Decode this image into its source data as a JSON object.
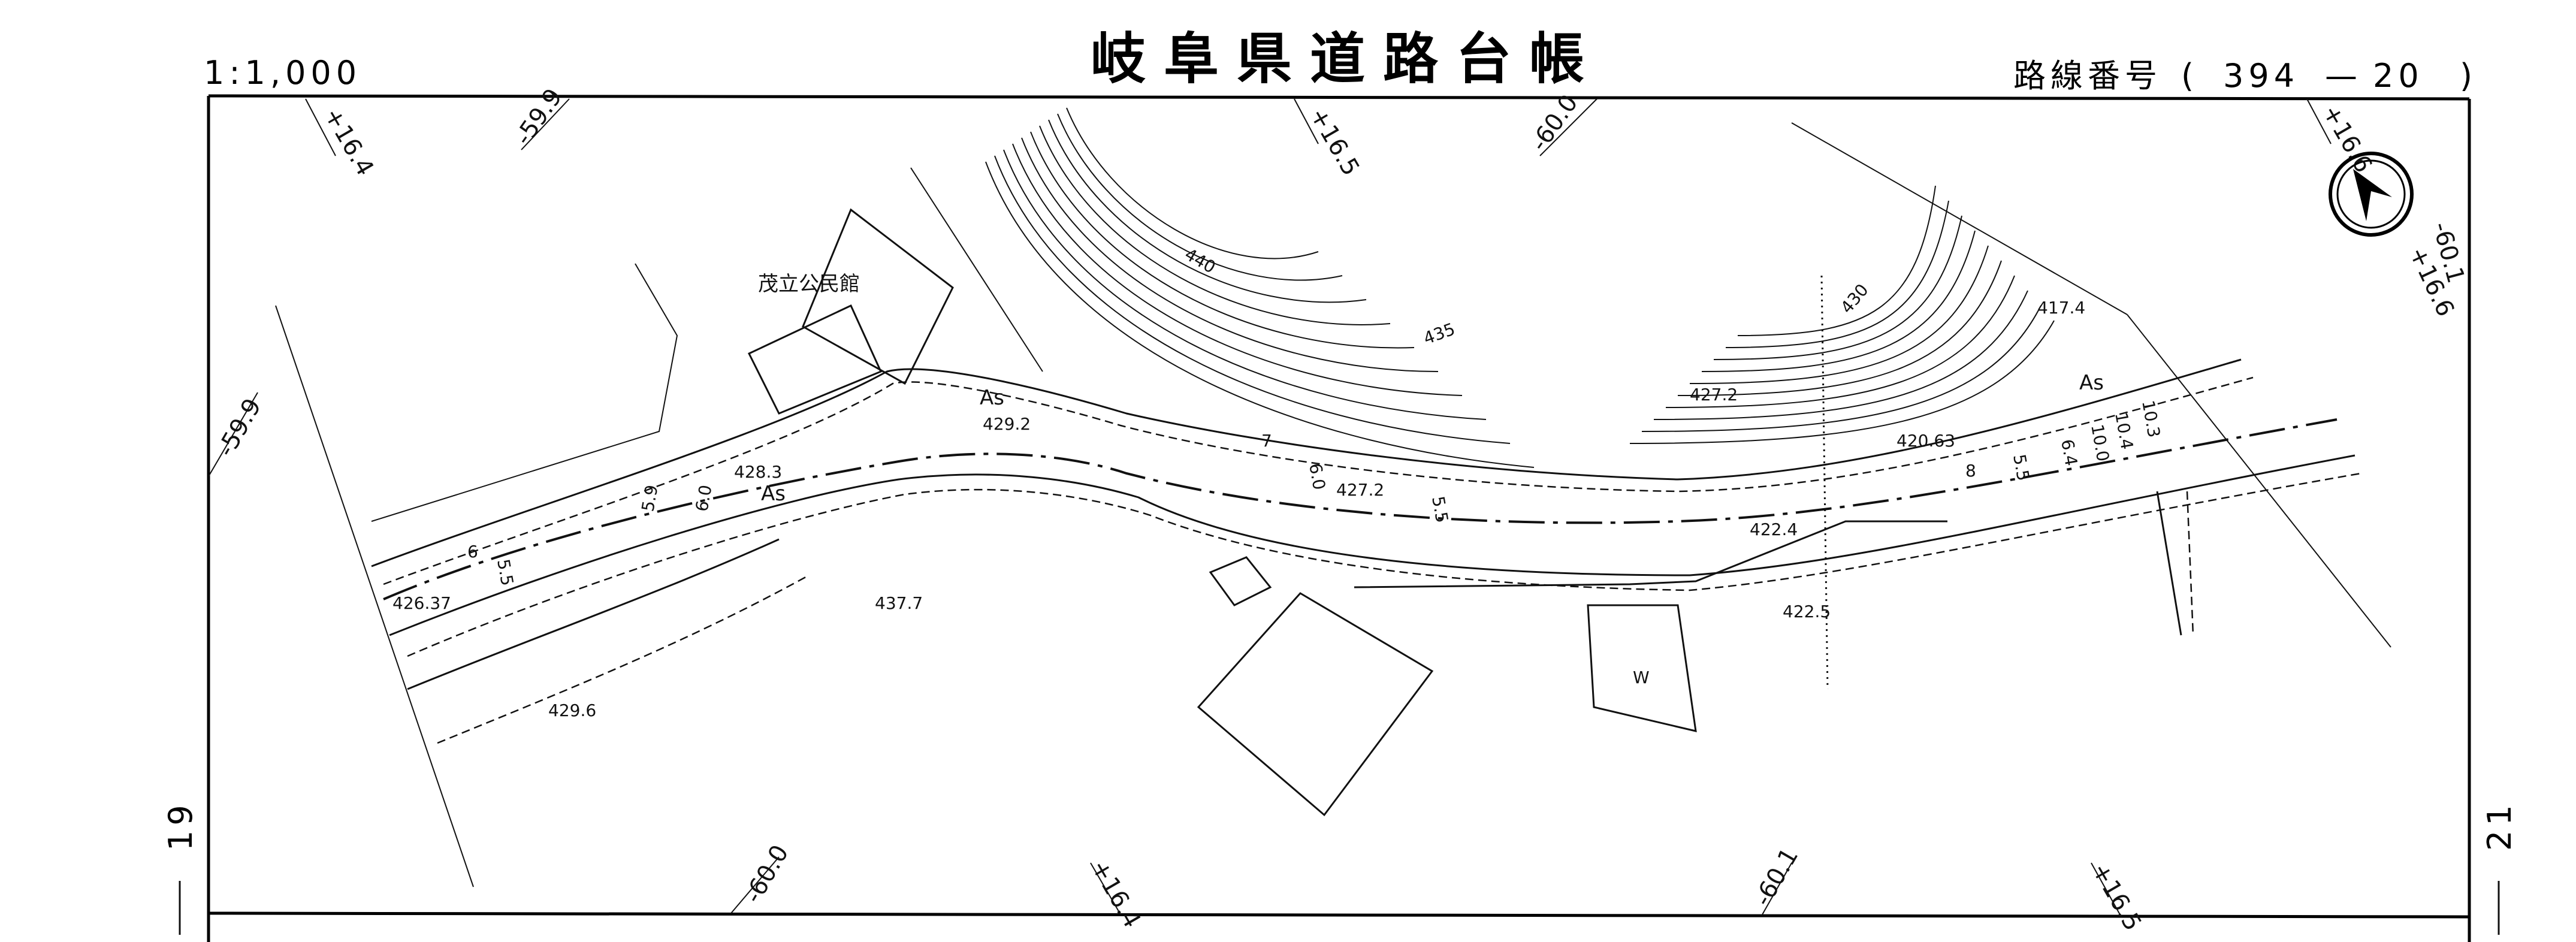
{
  "header": {
    "scale": "1:1,000",
    "title": "岐阜県道路台帳",
    "route_label": "路線番号",
    "route_open": "(",
    "route_number_a": "394",
    "route_dash": "—",
    "route_number_b": "20",
    "route_close": ")"
  },
  "margins": {
    "left_sheet": "19",
    "right_sheet": "21"
  },
  "grid_labels": {
    "top": [
      "+16.4",
      "-59.9",
      "+16.5",
      "-60.0",
      "+16.6"
    ],
    "right": [
      "-60.1",
      "+16.6"
    ],
    "left": [
      "-59.9"
    ],
    "bottom": [
      "-60.0",
      "+16.4",
      "-60.1",
      "+16.5"
    ]
  },
  "map_labels": {
    "building": "茂立公民館",
    "surface_as_1": "As",
    "surface_as_2": "As",
    "surface_as_3": "As",
    "elevations": [
      "429.2",
      "428.3",
      "427.2",
      "427.2",
      "422.4",
      "422.5",
      "426.37",
      "437.7",
      "429.6",
      "417.4",
      "420.63"
    ],
    "contours": [
      "440",
      "435",
      "430"
    ],
    "widths": [
      "7",
      "6.0",
      "5.5",
      "8",
      "5.5",
      "6.4",
      "10.0",
      "10.4",
      "10.3",
      "5.9",
      "6.0",
      "6",
      "5.5"
    ],
    "water": "W"
  },
  "north_arrow": {
    "icon": "north-arrow-icon"
  }
}
